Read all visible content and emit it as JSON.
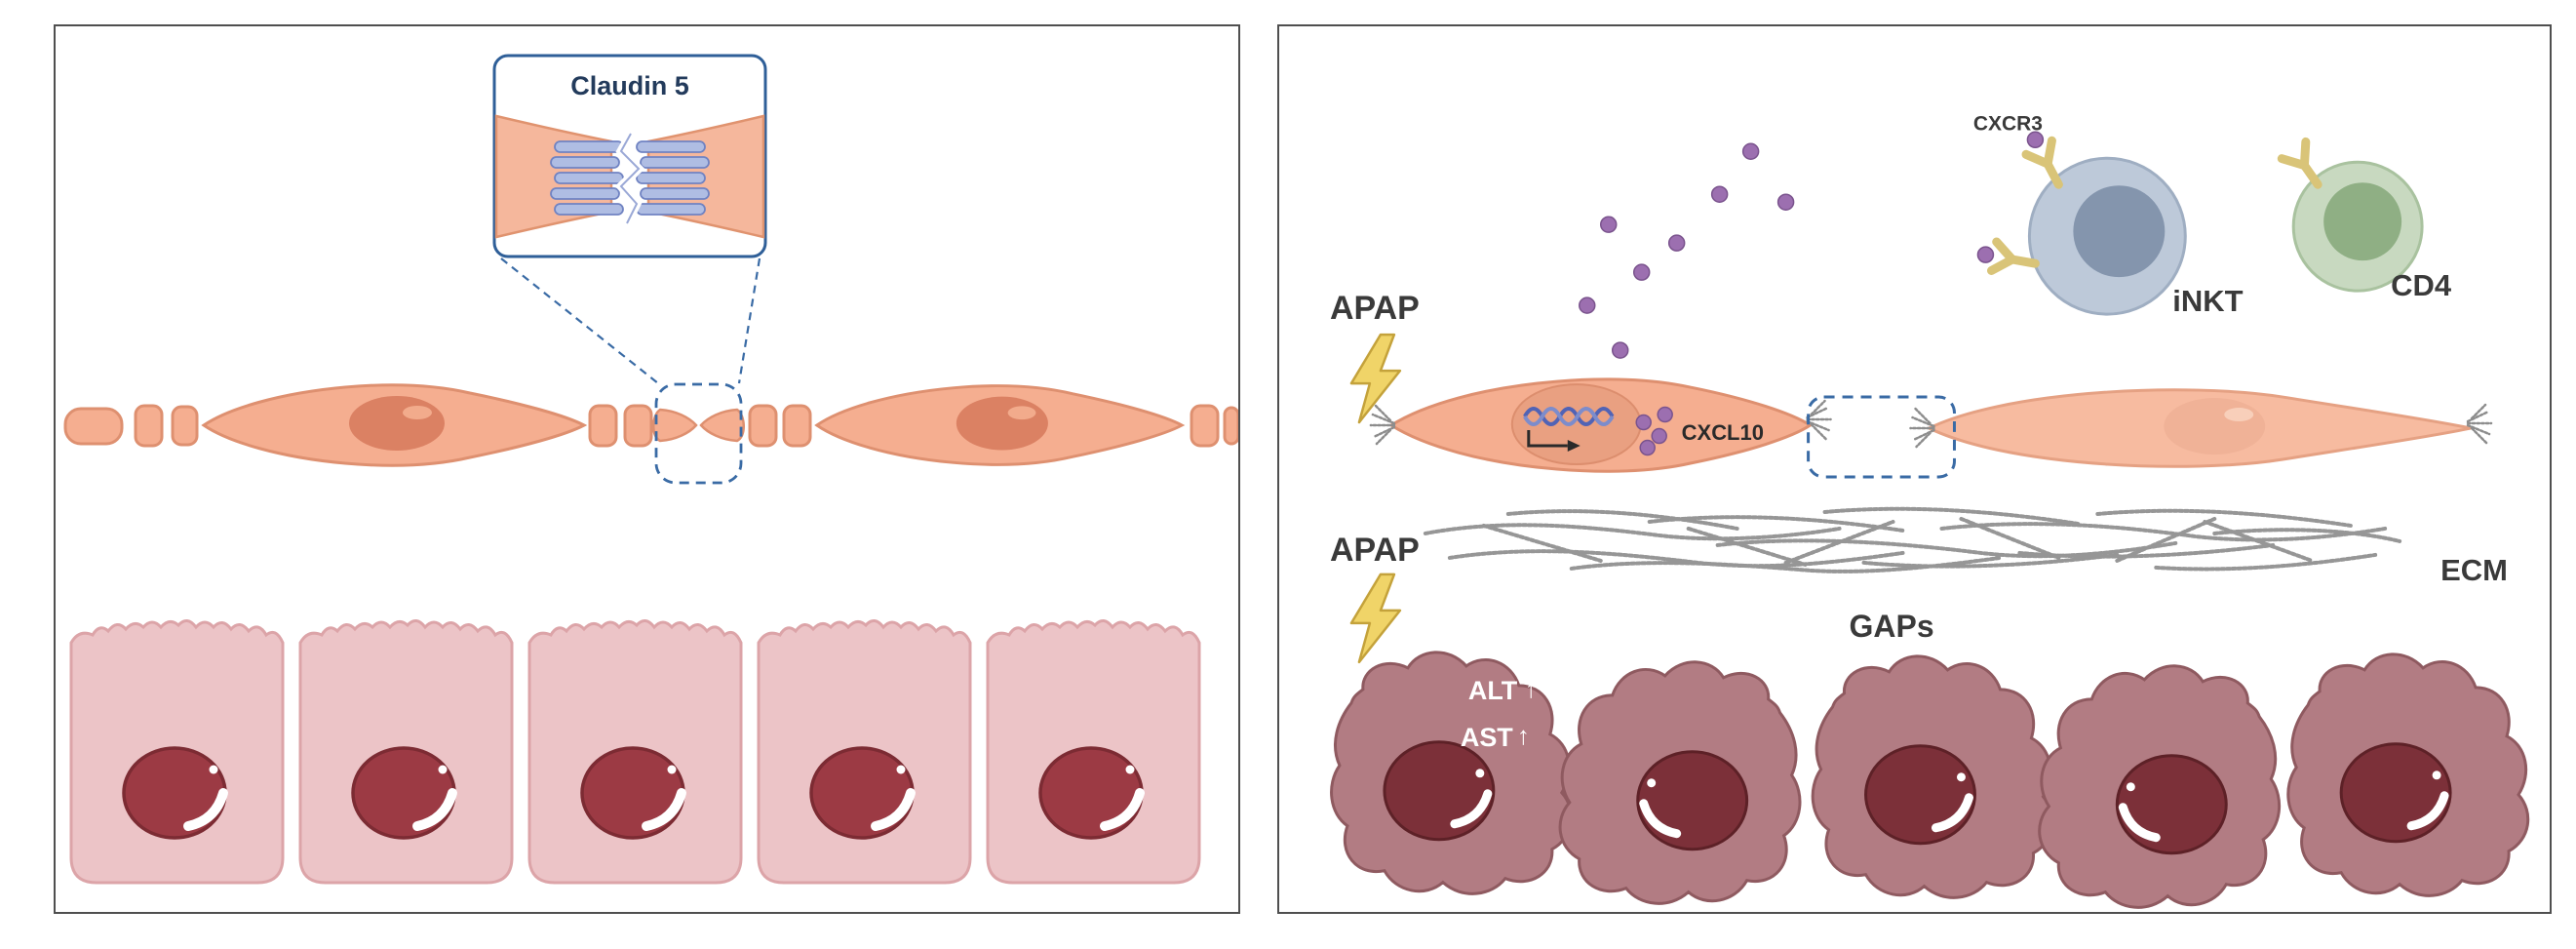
{
  "figure": {
    "left_panel": {
      "inset_title": "Claudin 5"
    },
    "right_panel": {
      "apap_top": "APAP",
      "apap_bottom": "APAP",
      "cxcr3": "CXCR3",
      "inkt": "iNKT",
      "cd4": "CD4",
      "cxcl10": "CXCL10",
      "ecm": "ECM",
      "gaps": "GAPs",
      "alt": "ALT",
      "ast": "AST",
      "up_arrow": "↑"
    },
    "colors": {
      "endothelial_fill": "#F5AE90",
      "endothelial_stroke": "#DE9070",
      "endothelial_nucleus": "#DB8163",
      "hepatocyte_fill": "#ECC4C7",
      "hepatocyte_stroke": "#DCA4A8",
      "hepatocyte_nucleus": "#9C3A44",
      "damaged_hepatocyte_fill": "#B27C83",
      "damaged_hepatocyte_stroke": "#8F5A60",
      "damaged_nucleus": "#7C3039",
      "dashed_outline_blue": "#3A6BA5",
      "claudin_bar_fill": "#AFBDE3",
      "chemokine_purple": "#9C6FB0",
      "receptor_yellow": "#D9C478",
      "inkt_cell_fill": "#BDC9D9",
      "inkt_nucleus": "#8495AD",
      "cd4_cell_fill": "#C8D9C0",
      "cd4_nucleus": "#8FAF84",
      "lightning_yellow": "#F0D468",
      "ecm_gray": "#8B8B8B"
    }
  }
}
